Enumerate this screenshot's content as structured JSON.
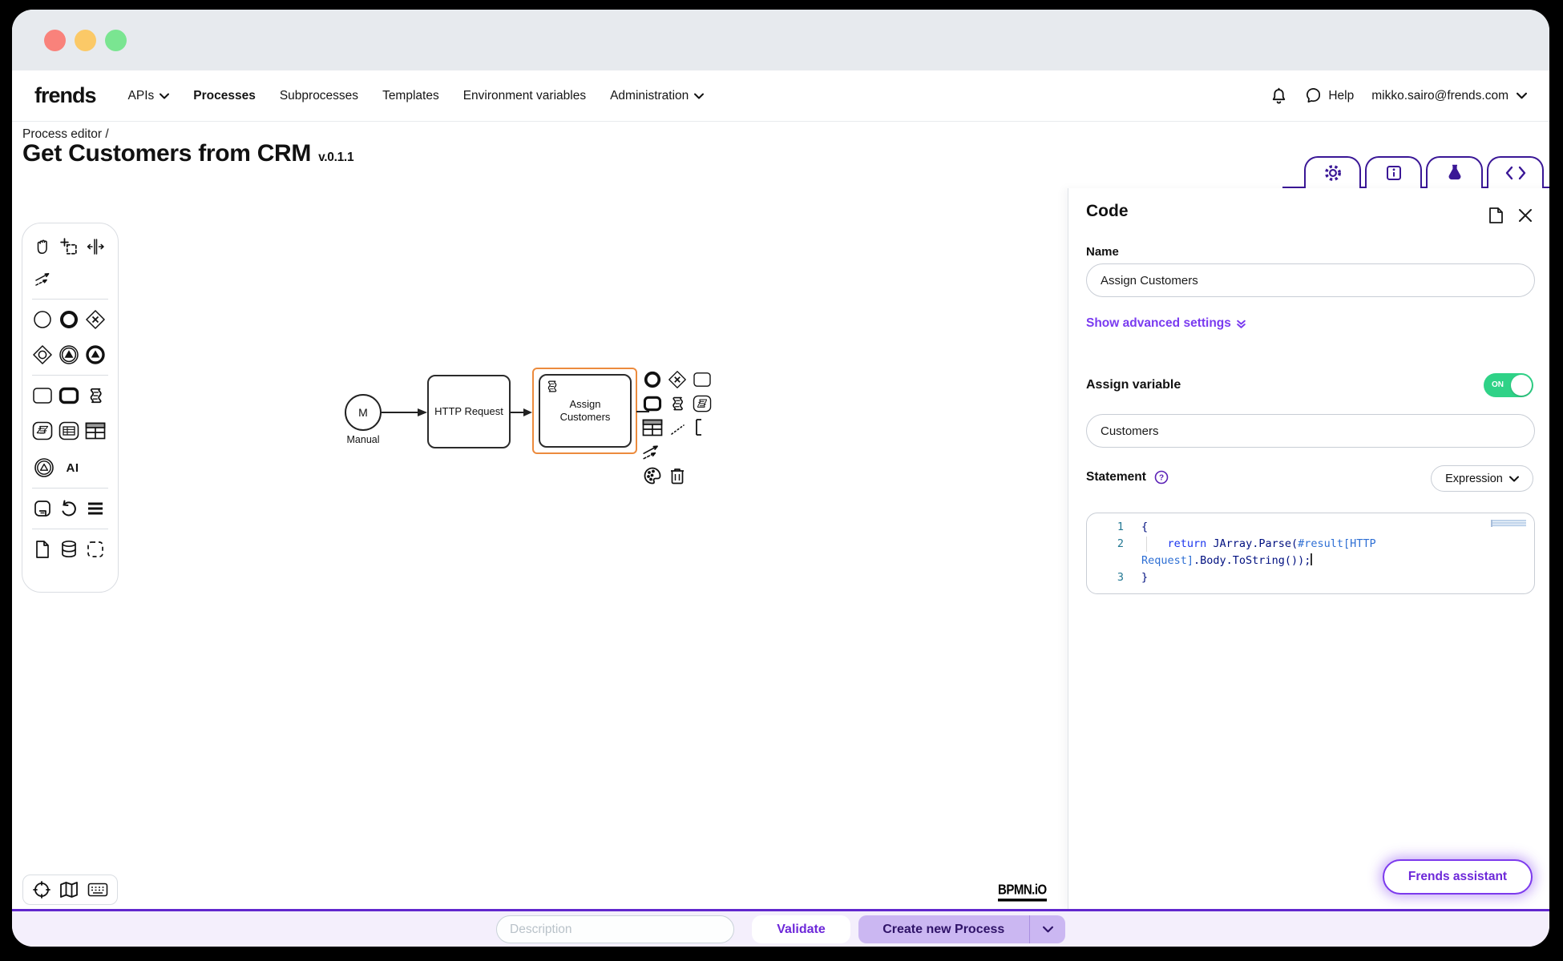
{
  "nav": {
    "logo": "frends",
    "items": [
      {
        "label": "APIs",
        "chevron": true,
        "active": false
      },
      {
        "label": "Processes",
        "chevron": false,
        "active": true
      },
      {
        "label": "Subprocesses",
        "chevron": false,
        "active": false
      },
      {
        "label": "Templates",
        "chevron": false,
        "active": false
      },
      {
        "label": "Environment variables",
        "chevron": false,
        "active": false
      },
      {
        "label": "Administration",
        "chevron": true,
        "active": false
      }
    ],
    "help_label": "Help",
    "user_email": "mikko.sairo@frends.com"
  },
  "header": {
    "breadcrumb": "Process editor /",
    "title": "Get Customers from CRM",
    "version": "v.0.1.1"
  },
  "toolbar": {
    "ai_label": "AI"
  },
  "canvas": {
    "start_event": {
      "marker": "M",
      "label": "Manual"
    },
    "tasks": [
      {
        "label": "HTTP Request"
      },
      {
        "label": "Assign Customers",
        "selected": true,
        "type": "code"
      }
    ],
    "bpmn_logo": "BPMN.iO"
  },
  "code_panel": {
    "title": "Code",
    "name_label": "Name",
    "name_value": "Assign Customers",
    "advanced_settings_link": "Show advanced settings",
    "assign_variable_label": "Assign variable",
    "assign_variable_state": "ON",
    "variable_name_value": "Customers",
    "statement_label": "Statement",
    "statement_type": "Expression",
    "code": {
      "line_numbers": [
        "1",
        "2",
        "3"
      ],
      "line1": "{",
      "line2_indent": "    ",
      "line2_keyword": "return",
      "line2_call": " JArray.Parse(",
      "line2_reference": "#result[HTTP Request]",
      "line2_tail": ".Body.ToString());",
      "line3": "}"
    },
    "assistant_button": "Frends assistant"
  },
  "footer": {
    "description_placeholder": "Description",
    "validate_label": "Validate",
    "create_process_label": "Create new Process"
  },
  "colors": {
    "accent_purple": "#3a1796",
    "link_purple": "#7a3bf0",
    "button_purple": "#6d28d9",
    "create_button_bg": "#cbb7f2",
    "toggle_green": "#2fd287",
    "selection_orange": "#ec8b3d",
    "bottom_bar_bg": "#f4effc",
    "titlebar_bg": "#e7eaee"
  }
}
